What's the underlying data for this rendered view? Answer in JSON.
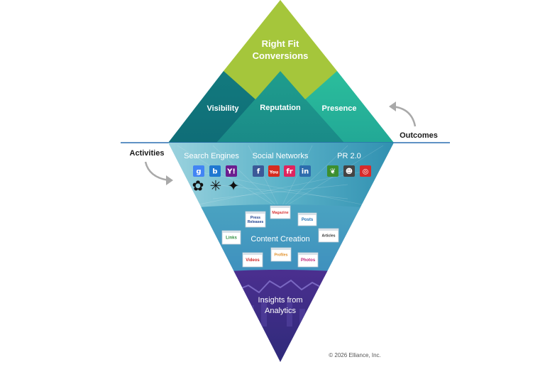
{
  "top": {
    "title_line1": "Right Fit",
    "title_line2": "Conversions",
    "visibility": "Visibility",
    "reputation": "Reputation",
    "presence": "Presence"
  },
  "labels": {
    "outcomes": "Outcomes",
    "activities": "Activities"
  },
  "channels": {
    "search": "Search Engines",
    "social": "Social Networks",
    "pr": "PR 2.0"
  },
  "search_icons": [
    {
      "name": "google-icon",
      "glyph": "g",
      "color": "#ffffff",
      "bg": "#4285f4"
    },
    {
      "name": "bing-icon",
      "glyph": "b",
      "color": "#ffffff",
      "bg": "#1f78d1"
    },
    {
      "name": "yahoo-icon",
      "glyph": "Y!",
      "color": "#ffffff",
      "bg": "#6b1d8f"
    }
  ],
  "ai_icons": [
    {
      "name": "chatgpt-icon",
      "glyph": "✿"
    },
    {
      "name": "perplexity-icon",
      "glyph": "✳"
    },
    {
      "name": "gemini-icon",
      "glyph": "✦"
    }
  ],
  "social_icons": [
    {
      "name": "facebook-icon",
      "glyph": "f",
      "bg": "#3b5998"
    },
    {
      "name": "youtube-icon",
      "glyph": "You",
      "bg": "#d62b1f"
    },
    {
      "name": "flickr-icon",
      "glyph": "fr",
      "bg": "#e0245e"
    },
    {
      "name": "linkedin-icon",
      "glyph": "in",
      "bg": "#2c6cad"
    }
  ],
  "pr_icons": [
    {
      "name": "evernote-icon",
      "glyph": "❦",
      "bg": "#3c8f2f"
    },
    {
      "name": "reddit-icon",
      "glyph": "☻",
      "bg": "#444444"
    },
    {
      "name": "target-icon",
      "glyph": "◎",
      "bg": "#d82a2a"
    }
  ],
  "content": {
    "title": "Content Creation",
    "cards": [
      {
        "key": "press",
        "text": "Press Releases",
        "color": "#1b3f8f"
      },
      {
        "key": "magazine",
        "text": "Magazine",
        "color": "#d93b3b"
      },
      {
        "key": "posts",
        "text": "Posts",
        "color": "#1d6fb5"
      },
      {
        "key": "links",
        "text": "Links",
        "color": "#2f8f3f"
      },
      {
        "key": "articles",
        "text": "Articles",
        "color": "#333333"
      },
      {
        "key": "videos",
        "text": "Videos",
        "color": "#d02626"
      },
      {
        "key": "profiles",
        "text": "Profiles",
        "color": "#e08a1e"
      },
      {
        "key": "photos",
        "text": "Photos",
        "color": "#c0267a"
      }
    ]
  },
  "insights": {
    "line1": "Insights from",
    "line2": "Analytics"
  },
  "copyright": "© 2026 Elliance, Inc.",
  "colors": {
    "lime": "#a5c63b",
    "teal_dark": "#137f83",
    "teal_mid": "#189b8f",
    "green_teal": "#23b79a",
    "divider": "#2a6fb0",
    "purple": "#3d2a85"
  }
}
